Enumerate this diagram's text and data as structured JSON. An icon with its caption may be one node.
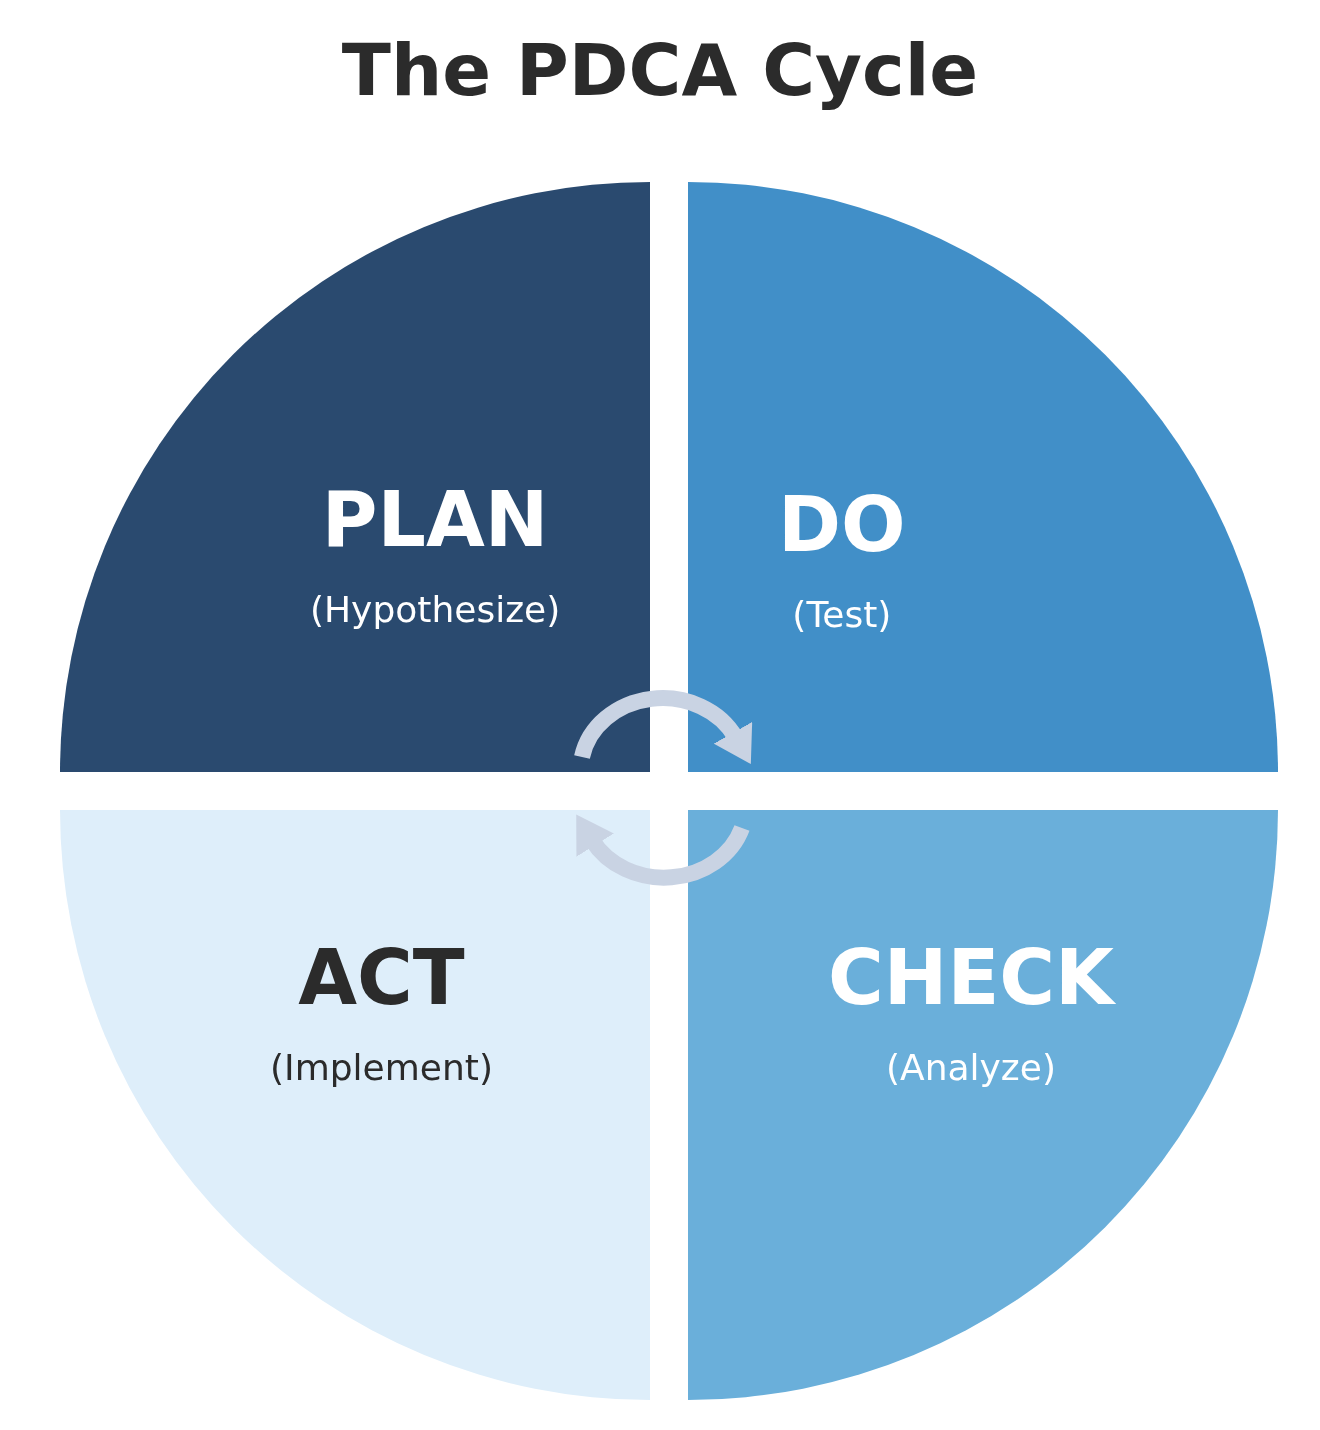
{
  "diagram": {
    "title": "The PDCA Cycle",
    "nodes": [
      {
        "text": [
          "PLAN",
          "(Hypothesize)"
        ]
      },
      {
        "text": [
          "DO",
          "(Test)"
        ]
      },
      {
        "text": [
          "CHECK",
          "(Analyze)"
        ]
      },
      {
        "text": [
          "ACT",
          "(Implement)"
        ]
      }
    ],
    "edges": [
      {
        "from": 0,
        "to": 1,
        "arrow": "to"
      },
      {
        "from": 2,
        "to": 3,
        "arrow": "to"
      }
    ]
  }
}
